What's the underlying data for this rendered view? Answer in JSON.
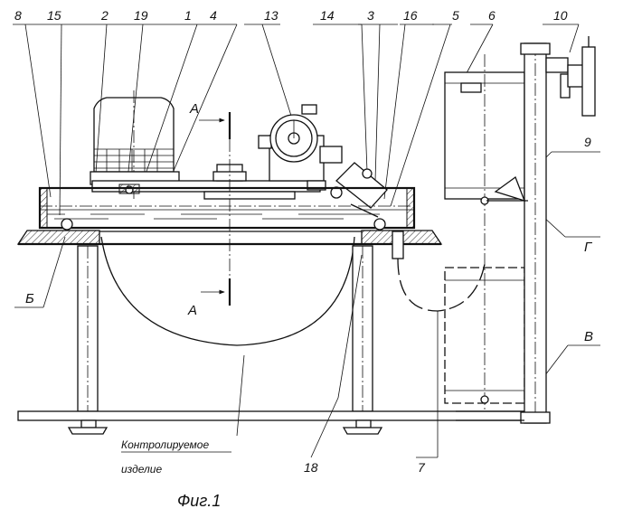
{
  "callouts": [
    "8",
    "15",
    "2",
    "19",
    "1",
    "4",
    "13",
    "14",
    "3",
    "16",
    "5",
    "6",
    "10",
    "9"
  ],
  "section_labels": {
    "A_top": "A",
    "A_bottom": "A",
    "B": "Б",
    "V": "В",
    "G": "Г"
  },
  "bottom_labels": {
    "product_line1": "Контролируемое",
    "product_line2": "изделие",
    "n18": "18",
    "n7": "7"
  },
  "figure_caption": "Фиг.1"
}
